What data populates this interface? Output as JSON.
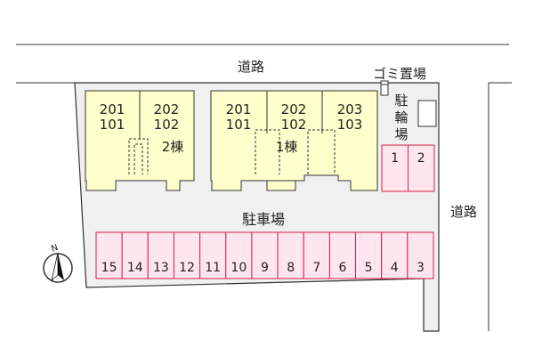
{
  "labels": {
    "road_top": "道路",
    "road_right": "道路",
    "garbage": "ゴミ置場",
    "bicycle_chars": [
      "駐",
      "輪",
      "場"
    ],
    "parking": "駐車場",
    "north": "N"
  },
  "buildings": [
    {
      "name": "2棟",
      "units": [
        [
          "201",
          "101"
        ],
        [
          "202",
          "102"
        ]
      ]
    },
    {
      "name": "1棟",
      "units": [
        [
          "201",
          "101"
        ],
        [
          "202",
          "102"
        ],
        [
          "203",
          "103"
        ]
      ]
    }
  ],
  "bike_spaces": [
    "1",
    "2"
  ],
  "parking_spaces": [
    "15",
    "14",
    "13",
    "12",
    "11",
    "10",
    "9",
    "8",
    "7",
    "6",
    "5",
    "4",
    "3"
  ],
  "colors": {
    "building_fill": "#ffffcc",
    "parking_fill": "#ffe6ee",
    "parking_stroke": "#d6204a",
    "lot_fill": "#f0f0f0",
    "line": "#333333"
  }
}
